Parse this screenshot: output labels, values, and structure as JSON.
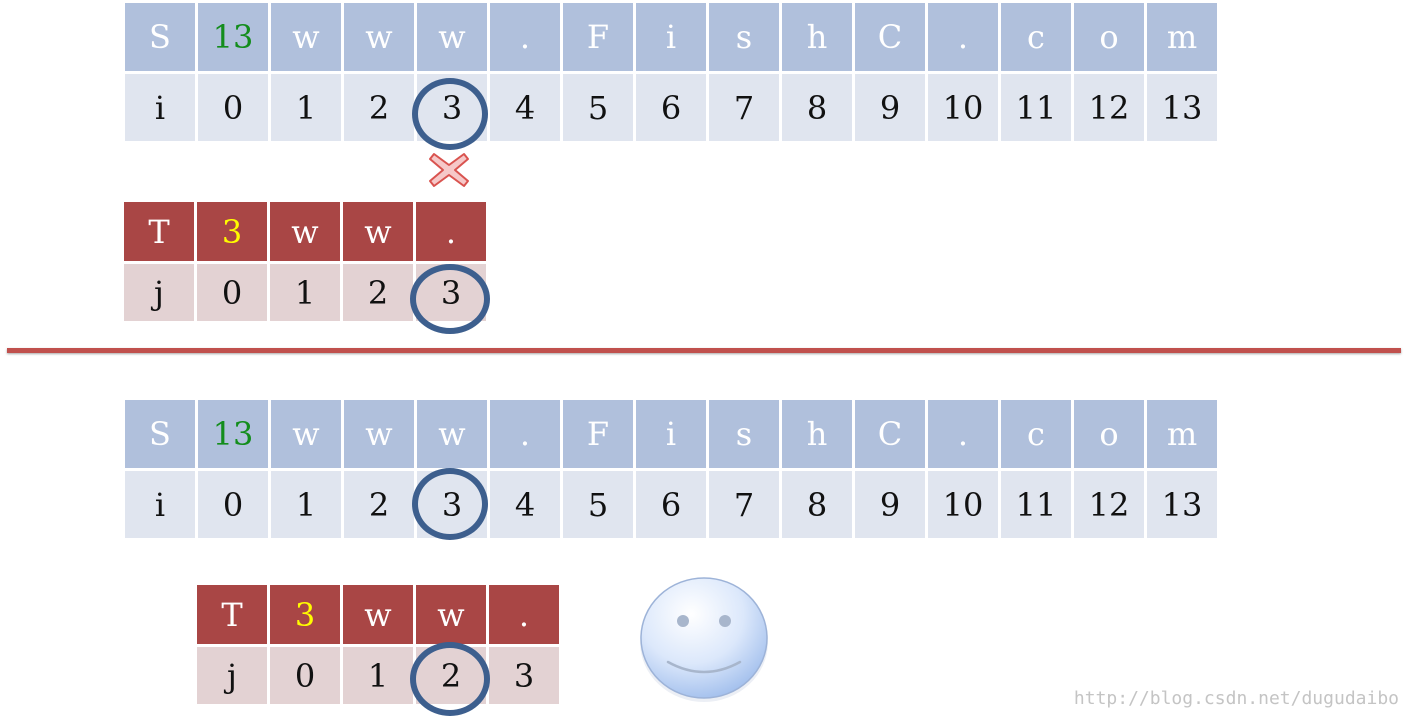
{
  "top": {
    "main": {
      "chars": [
        "S",
        "13",
        "w",
        "w",
        "w",
        ".",
        "F",
        "i",
        "s",
        "h",
        "C",
        ".",
        "c",
        "o",
        "m"
      ],
      "indices": [
        "i",
        "0",
        "1",
        "2",
        "3",
        "4",
        "5",
        "6",
        "7",
        "8",
        "9",
        "10",
        "11",
        "12",
        "13"
      ]
    },
    "pattern": {
      "chars": [
        "T",
        "3",
        "w",
        "w",
        "."
      ],
      "indices": [
        "j",
        "0",
        "1",
        "2",
        "3"
      ]
    }
  },
  "bottom": {
    "main": {
      "chars": [
        "S",
        "13",
        "w",
        "w",
        "w",
        ".",
        "F",
        "i",
        "s",
        "h",
        "C",
        ".",
        "c",
        "o",
        "m"
      ],
      "indices": [
        "i",
        "0",
        "1",
        "2",
        "3",
        "4",
        "5",
        "6",
        "7",
        "8",
        "9",
        "10",
        "11",
        "12",
        "13"
      ]
    },
    "pattern": {
      "chars": [
        "T",
        "3",
        "w",
        "w",
        "."
      ],
      "indices": [
        "j",
        "0",
        "1",
        "2",
        "3"
      ]
    }
  },
  "colors": {
    "main_header": "#b0c0dc",
    "main_index": "#e0e5ef",
    "pattern_header": "#a94645",
    "pattern_index": "#e3d2d3",
    "length_main": "#138d1c",
    "length_pattern": "#fffc00",
    "circle": "#3d5f8e",
    "divider": "#c0504d"
  },
  "icons": {
    "mismatch": "cross-icon",
    "match": "smiley-icon"
  },
  "watermark": "http://blog.csdn.net/dugudaibo"
}
